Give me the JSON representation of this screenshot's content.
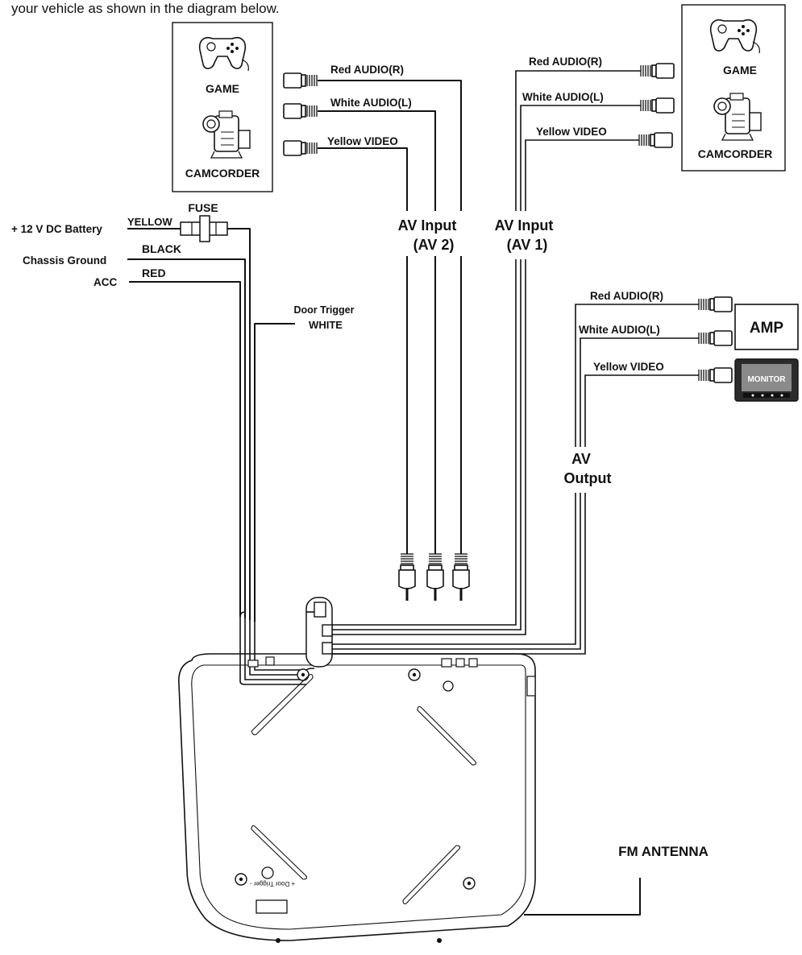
{
  "intro_text": "your vehicle as shown in the diagram below.",
  "left_devices": {
    "game_label": "GAME",
    "camcorder_label": "CAMCORDER"
  },
  "right_devices": {
    "game_label": "GAME",
    "camcorder_label": "CAMCORDER"
  },
  "av2_cables": {
    "red": "Red AUDIO(R)",
    "white": "White AUDIO(L)",
    "yellow": "Yellow VIDEO"
  },
  "av1_cables": {
    "red": "Red AUDIO(R)",
    "white": "White AUDIO(L)",
    "yellow": "Yellow VIDEO"
  },
  "output_cables": {
    "red": "Red AUDIO(R)",
    "white": "White AUDIO(L)",
    "yellow": "Yellow VIDEO"
  },
  "av2_label": {
    "line1": "AV Input",
    "line2": "(AV 2)"
  },
  "av1_label": {
    "line1": "AV Input",
    "line2": "(AV 1)"
  },
  "av_output_label": {
    "line1": "AV",
    "line2": "Output"
  },
  "power": {
    "fuse_label": "FUSE",
    "battery_label": "+ 12 V DC Battery",
    "yellow_label": "YELLOW",
    "black_label": "BLACK",
    "ground_label": "Chassis Ground",
    "red_label": "RED",
    "acc_label": "ACC"
  },
  "door_trigger": {
    "label": "Door Trigger",
    "color_label": "WHITE"
  },
  "amp_label": "AMP",
  "monitor_label": "MONITOR",
  "fm_antenna_label": "FM ANTENNA",
  "unit_plate_text": "+ Door Trigger -"
}
